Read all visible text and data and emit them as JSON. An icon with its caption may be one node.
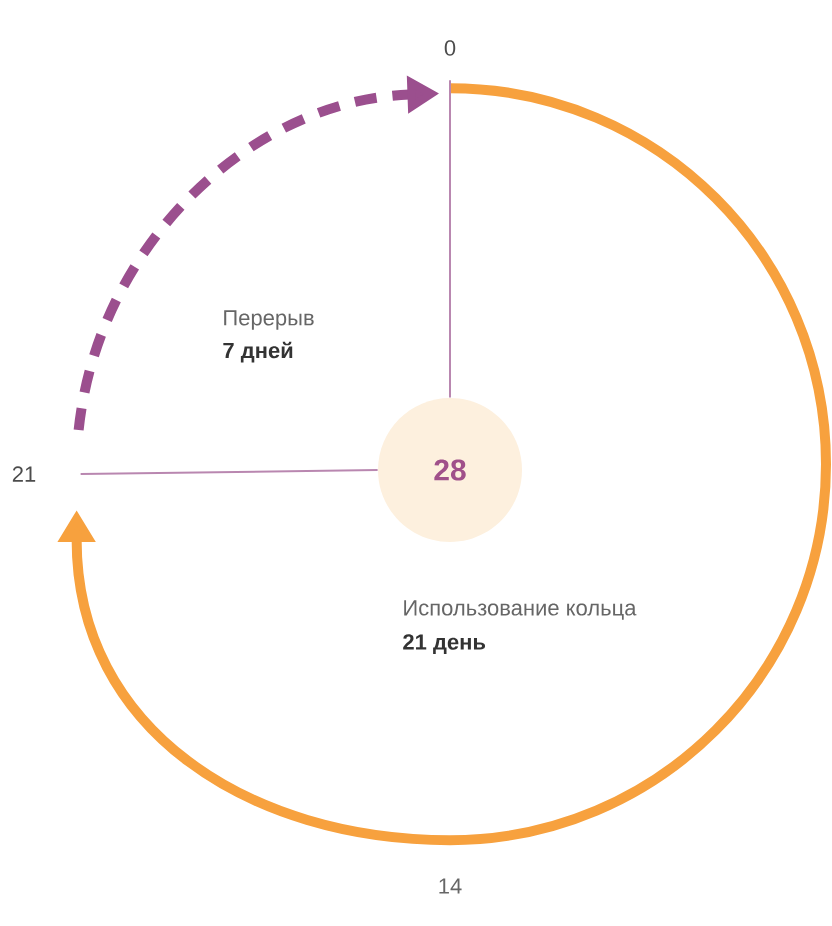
{
  "diagram": {
    "nodes": [
      {
        "text": [
          "0"
        ]
      },
      {
        "text": [
          "21"
        ]
      },
      {
        "text": [
          "28"
        ]
      }
    ],
    "edges": [
      {
        "from": 0,
        "to": 1,
        "arrow": "to",
        "style": "thick",
        "color": "#f7a13e"
      },
      {
        "from": 1,
        "to": 0,
        "arrow": "to",
        "style": "dashed",
        "color": "#9b4f8e"
      },
      {
        "from": 2,
        "to": 0,
        "arrow": "none",
        "color": "#b987b0"
      },
      {
        "from": 2,
        "to": 1,
        "arrow": "none",
        "color": "#b987b0"
      }
    ],
    "labels": [
      "Перерыв",
      "7 дней",
      "Использование кольца",
      "21 день",
      "14"
    ]
  }
}
